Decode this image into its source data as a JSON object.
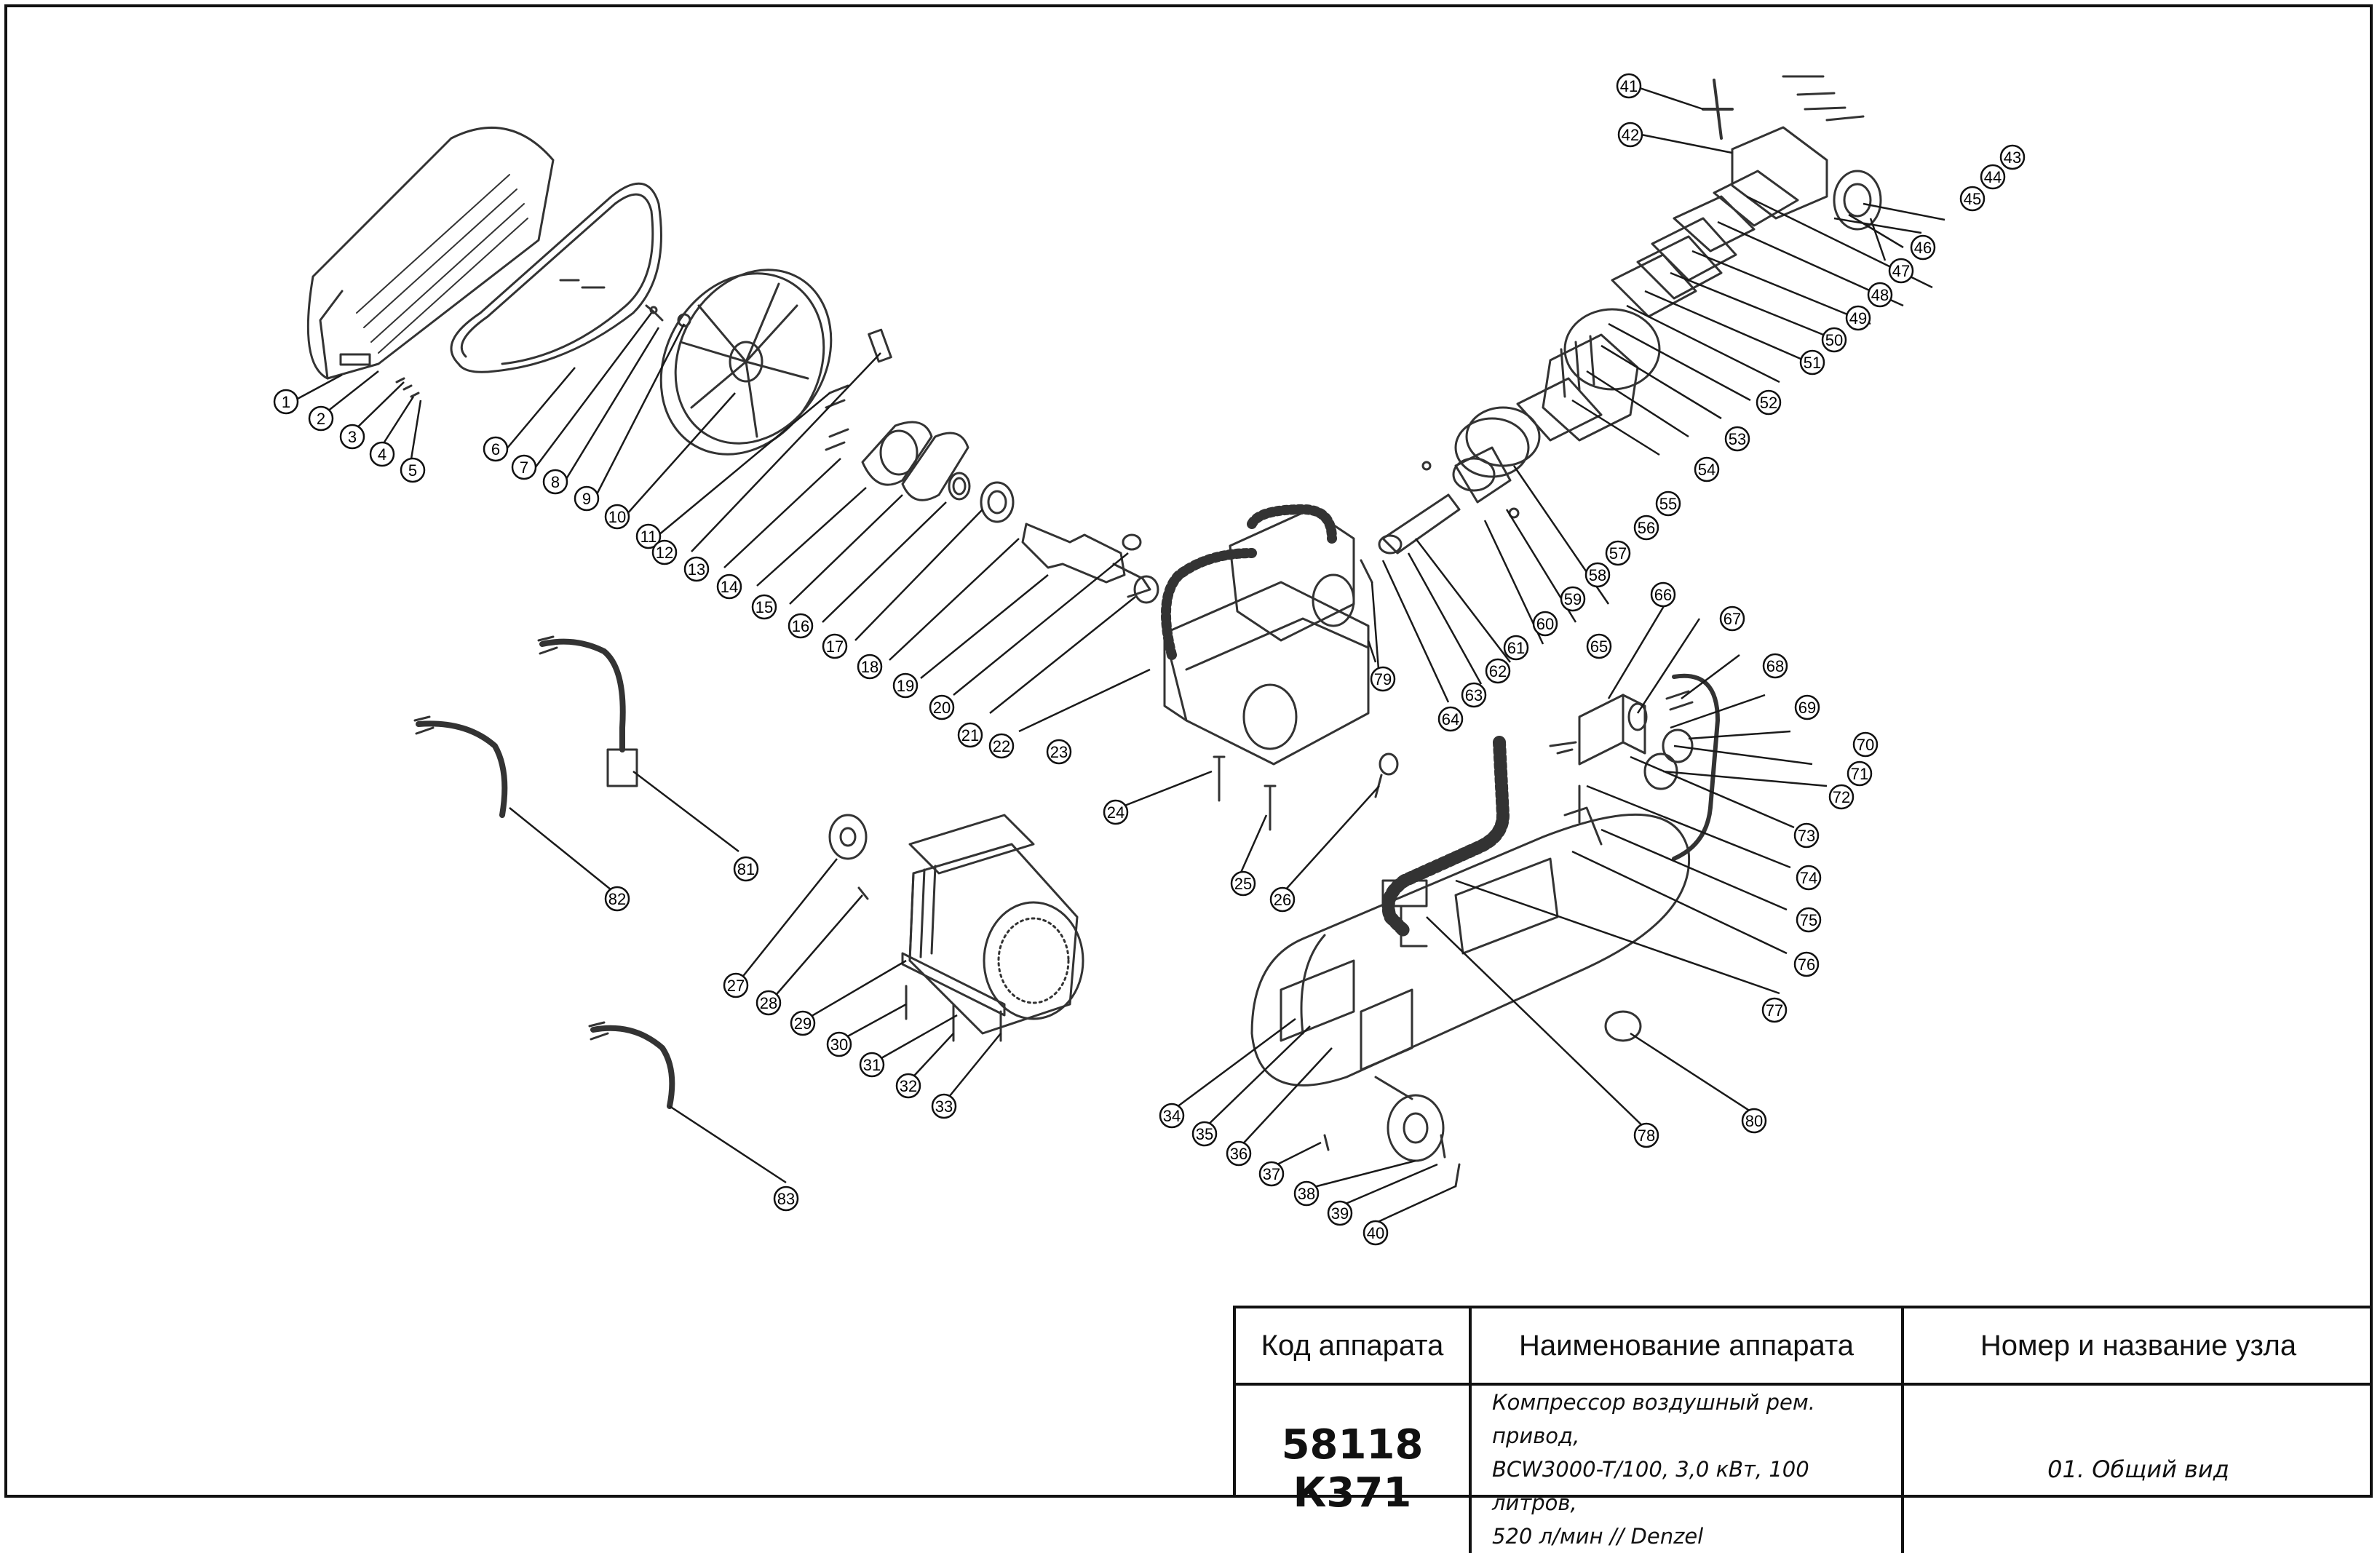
{
  "title_block": {
    "col1_header": "Код аппарата",
    "col2_header": "Наименование аппарата",
    "col3_header": "Номер и название узла",
    "code_line1": "58118",
    "code_line2": "К371",
    "name_line1": "Компрессор воздушный рем. привод,",
    "name_line2": "BCW3000-T/100, 3,0 кВт, 100 литров,",
    "name_line3": "520 л/мин // Denzel",
    "node": "01. Общий вид"
  },
  "callouts": [
    "1",
    "2",
    "3",
    "4",
    "5",
    "6",
    "7",
    "8",
    "9",
    "10",
    "11",
    "12",
    "13",
    "14",
    "15",
    "16",
    "17",
    "18",
    "19",
    "20",
    "21",
    "22",
    "23",
    "24",
    "25",
    "26",
    "27",
    "28",
    "29",
    "30",
    "31",
    "32",
    "33",
    "34",
    "35",
    "36",
    "37",
    "38",
    "39",
    "40",
    "41",
    "42",
    "43",
    "44",
    "45",
    "46",
    "47",
    "48",
    "49",
    "50",
    "51",
    "52",
    "53",
    "54",
    "55",
    "56",
    "57",
    "58",
    "59",
    "60",
    "61",
    "62",
    "63",
    "64",
    "65",
    "66",
    "67",
    "68",
    "69",
    "70",
    "71",
    "72",
    "73",
    "74",
    "75",
    "76",
    "77",
    "78",
    "79",
    "80",
    "81",
    "82",
    "83"
  ],
  "colors": {
    "line": "#1a1a1a",
    "part": "#333333",
    "background": "#ffffff"
  }
}
